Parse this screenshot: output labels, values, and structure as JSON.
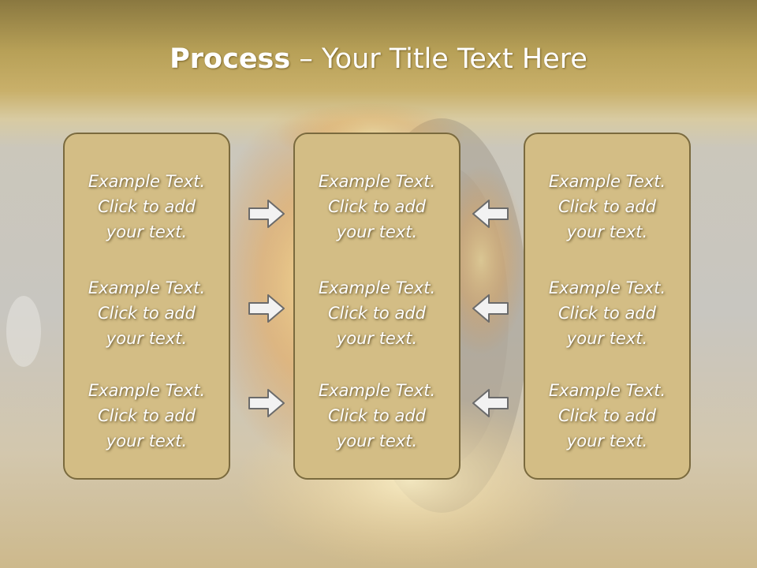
{
  "slide": {
    "title_bold": "Process",
    "title_dash": " – ",
    "title_rest": "Your Title Text Here"
  },
  "columns": [
    {
      "items": [
        {
          "line1": "Example Text.",
          "line2": "Click  to add",
          "line3": "your text."
        },
        {
          "line1": "Example Text.",
          "line2": "Click  to add",
          "line3": "your text."
        },
        {
          "line1": "Example Text.",
          "line2": "Click  to add",
          "line3": "your text."
        }
      ]
    },
    {
      "items": [
        {
          "line1": "Example Text.",
          "line2": "Click  to add",
          "line3": "your text."
        },
        {
          "line1": "Example Text.",
          "line2": "Click  to add",
          "line3": "your text."
        },
        {
          "line1": "Example Text.",
          "line2": "Click  to add",
          "line3": "your text."
        }
      ]
    },
    {
      "items": [
        {
          "line1": "Example Text.",
          "line2": "Click  to add",
          "line3": "your text."
        },
        {
          "line1": "Example Text.",
          "line2": "Click  to add",
          "line3": "your text."
        },
        {
          "line1": "Example Text.",
          "line2": "Click  to add",
          "line3": "your text."
        }
      ]
    }
  ],
  "colors": {
    "box_fill": "#d3bd85",
    "box_border": "#7a6a3e",
    "header_gold": "#b7a057",
    "arrow_fill": "#f2f2f2",
    "arrow_stroke": "#6b6b6b"
  },
  "icons": {
    "left_arrows": "arrow-right-icon",
    "right_arrows": "arrow-left-icon"
  }
}
